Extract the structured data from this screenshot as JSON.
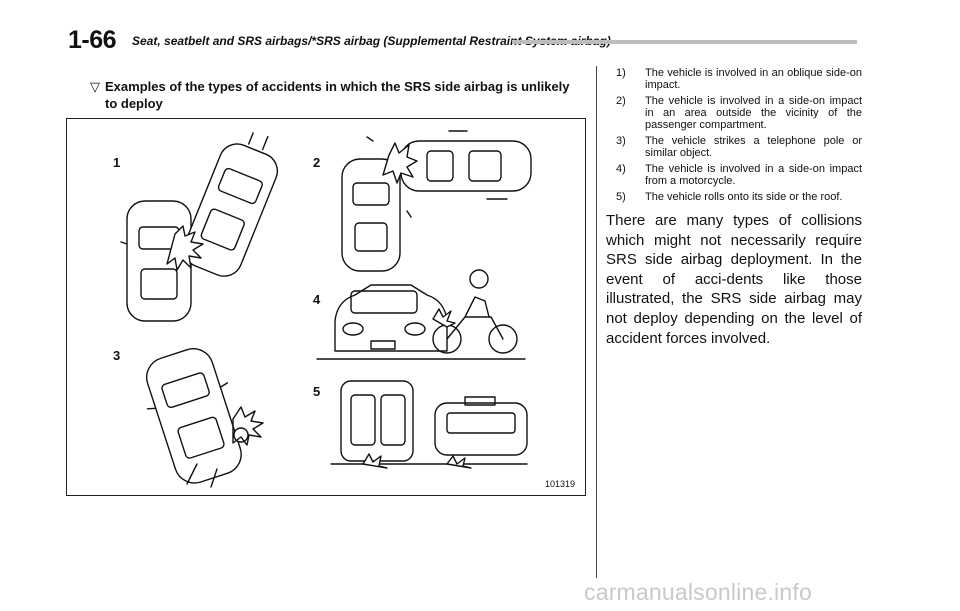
{
  "header": {
    "page_number": "1-66",
    "title": "Seat, seatbelt and SRS airbags/*SRS airbag (Supplemental Restraint System airbag)"
  },
  "section": {
    "marker": "▽",
    "heading": "Examples of the types of accidents in which the SRS side airbag is unlikely to deploy"
  },
  "figure": {
    "labels": [
      "1",
      "2",
      "3",
      "4",
      "5"
    ],
    "code": "101319"
  },
  "list": [
    {
      "num": "1)",
      "text": "The vehicle is involved in an oblique side-on impact."
    },
    {
      "num": "2)",
      "text": "The vehicle is involved in a side-on impact in an area outside the vicinity of the passenger compartment."
    },
    {
      "num": "3)",
      "text": "The vehicle strikes a telephone pole or similar object."
    },
    {
      "num": "4)",
      "text": "The vehicle is involved in a side-on impact from a motorcycle."
    },
    {
      "num": "5)",
      "text": "The vehicle rolls onto its side or the roof."
    }
  ],
  "paragraph": "There are many types of collisions which might not necessarily require SRS side airbag deployment. In the event of acci-dents like those illustrated, the SRS side airbag may not deploy depending on the level of accident forces involved.",
  "watermark": "carmanualsonline.info"
}
